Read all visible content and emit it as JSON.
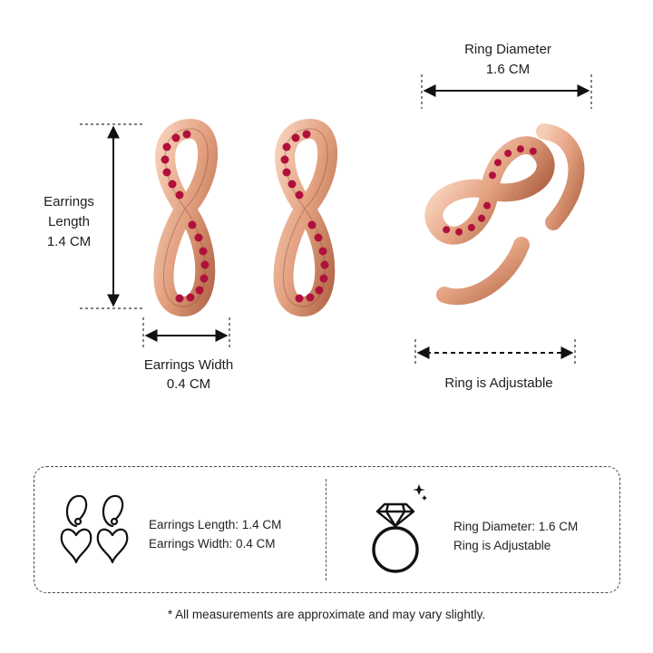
{
  "labels": {
    "ring_diameter_title": "Ring Diameter",
    "ring_diameter_value": "1.6 CM",
    "earrings_length_line1": "Earrings",
    "earrings_length_line2": "Length",
    "earrings_length_value": "1.4 CM",
    "earrings_width_title": "Earrings Width",
    "earrings_width_value": "0.4 CM",
    "ring_adjustable": "Ring is Adjustable"
  },
  "summary": {
    "earrings_length": "Earrings Length: 1.4 CM",
    "earrings_width": "Earrings Width: 0.4 CM",
    "ring_diameter": "Ring Diameter: 1.6 CM",
    "ring_adjustable": "Ring is Adjustable"
  },
  "footnote": "* All measurements are approximate and may vary slightly.",
  "colors": {
    "rose_gold": "#e8a888",
    "rose_gold_dark": "#b8684c",
    "ruby": "#b0103c",
    "ink": "#1f1f1f"
  },
  "icons": [
    "heart-earrings-icon",
    "diamond-ring-icon"
  ]
}
